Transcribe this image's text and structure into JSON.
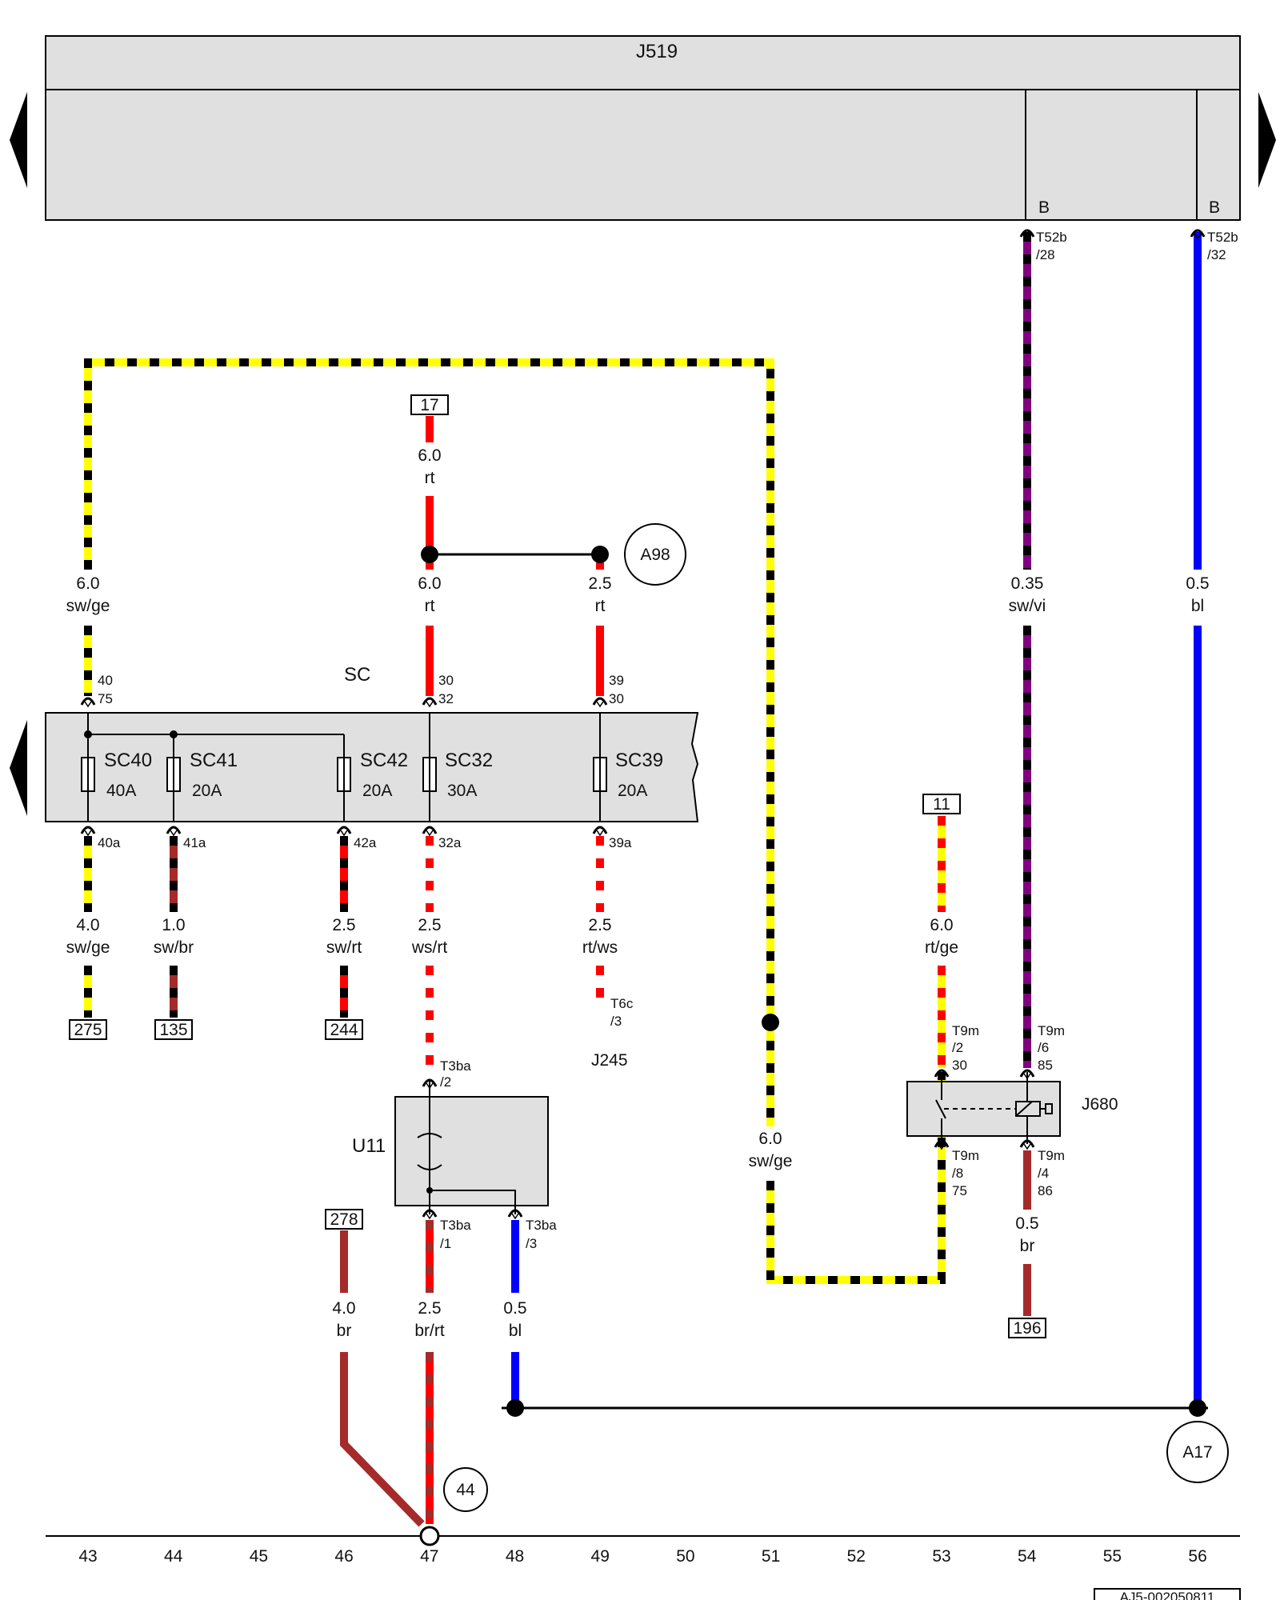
{
  "module": {
    "name": "J519"
  },
  "connector_labels": {
    "b1_pin": "B",
    "b1_conn": "T52b",
    "b1_num": "/28",
    "b2_pin": "B",
    "b2_conn": "T52b",
    "b2_num": "/32"
  },
  "fusebox": {
    "name": "SC",
    "fuses": [
      {
        "id": "SC40",
        "rating": "40A",
        "top": [
          "40",
          "75"
        ],
        "bottom": "40a"
      },
      {
        "id": "SC41",
        "rating": "20A",
        "bottom": "41a"
      },
      {
        "id": "SC42",
        "rating": "20A",
        "bottom": "42a"
      },
      {
        "id": "SC32",
        "rating": "30A",
        "top": [
          "30",
          "32"
        ],
        "bottom": "32a"
      },
      {
        "id": "SC39",
        "rating": "20A",
        "top": [
          "39",
          "30"
        ],
        "bottom": "39a"
      }
    ]
  },
  "refs": {
    "r17": "17",
    "r11": "11",
    "r275": "275",
    "r135": "135",
    "r244": "244",
    "r278": "278",
    "r196": "196"
  },
  "grounds": {
    "a98": "A98",
    "a17": "A17",
    "g44": "44"
  },
  "wires": {
    "w17": {
      "size": "6.0",
      "color": "rt"
    },
    "swge_top": {
      "size": "6.0",
      "color": "sw/ge"
    },
    "rt30": {
      "size": "6.0",
      "color": "rt"
    },
    "rt39": {
      "size": "2.5",
      "color": "rt"
    },
    "swvi": {
      "size": "0.35",
      "color": "sw/vi"
    },
    "bl56": {
      "size": "0.5",
      "color": "bl"
    },
    "w40a": {
      "size": "4.0",
      "color": "sw/ge"
    },
    "w41a": {
      "size": "1.0",
      "color": "sw/br"
    },
    "w42a": {
      "size": "2.5",
      "color": "sw/rt"
    },
    "w32a": {
      "size": "2.5",
      "color": "ws/rt"
    },
    "w39a": {
      "size": "2.5",
      "color": "rt/ws"
    },
    "w11": {
      "size": "6.0",
      "color": "rt/ge"
    },
    "w51": {
      "size": "6.0",
      "color": "sw/ge"
    },
    "w86": {
      "size": "0.5",
      "color": "br"
    },
    "w278": {
      "size": "4.0",
      "color": "br"
    },
    "wbrrt": {
      "size": "2.5",
      "color": "br/rt"
    },
    "wbl48": {
      "size": "0.5",
      "color": "bl"
    }
  },
  "components": {
    "j245": "J245",
    "t6c": "T6c",
    "t6c_pin": "/3",
    "u11": "U11",
    "t3ba_2": "T3ba",
    "t3ba_2_pin": "/2",
    "t3ba_1": "T3ba",
    "t3ba_1_pin": "/1",
    "t3ba_3": "T3ba",
    "t3ba_3_pin": "/3",
    "j680": "J680",
    "t9m2": [
      "T9m",
      "/2",
      "30"
    ],
    "t9m6": [
      "T9m",
      "/6",
      "85"
    ],
    "t9m8": [
      "T9m",
      "/8",
      "75"
    ],
    "t9m4": [
      "T9m",
      "/4",
      "86"
    ]
  },
  "track_numbers": [
    "43",
    "44",
    "45",
    "46",
    "47",
    "48",
    "49",
    "50",
    "51",
    "52",
    "53",
    "54",
    "55",
    "56"
  ],
  "footer": {
    "code": "AJ5-002050811"
  },
  "colors": {
    "sw": "#000000",
    "ge": "#ffff00",
    "rt": "#ff0000",
    "ws": "#ffffff",
    "br": "#a52a2a",
    "bl": "#0000ff",
    "vi": "#800080",
    "box": "#e0e0e0"
  }
}
